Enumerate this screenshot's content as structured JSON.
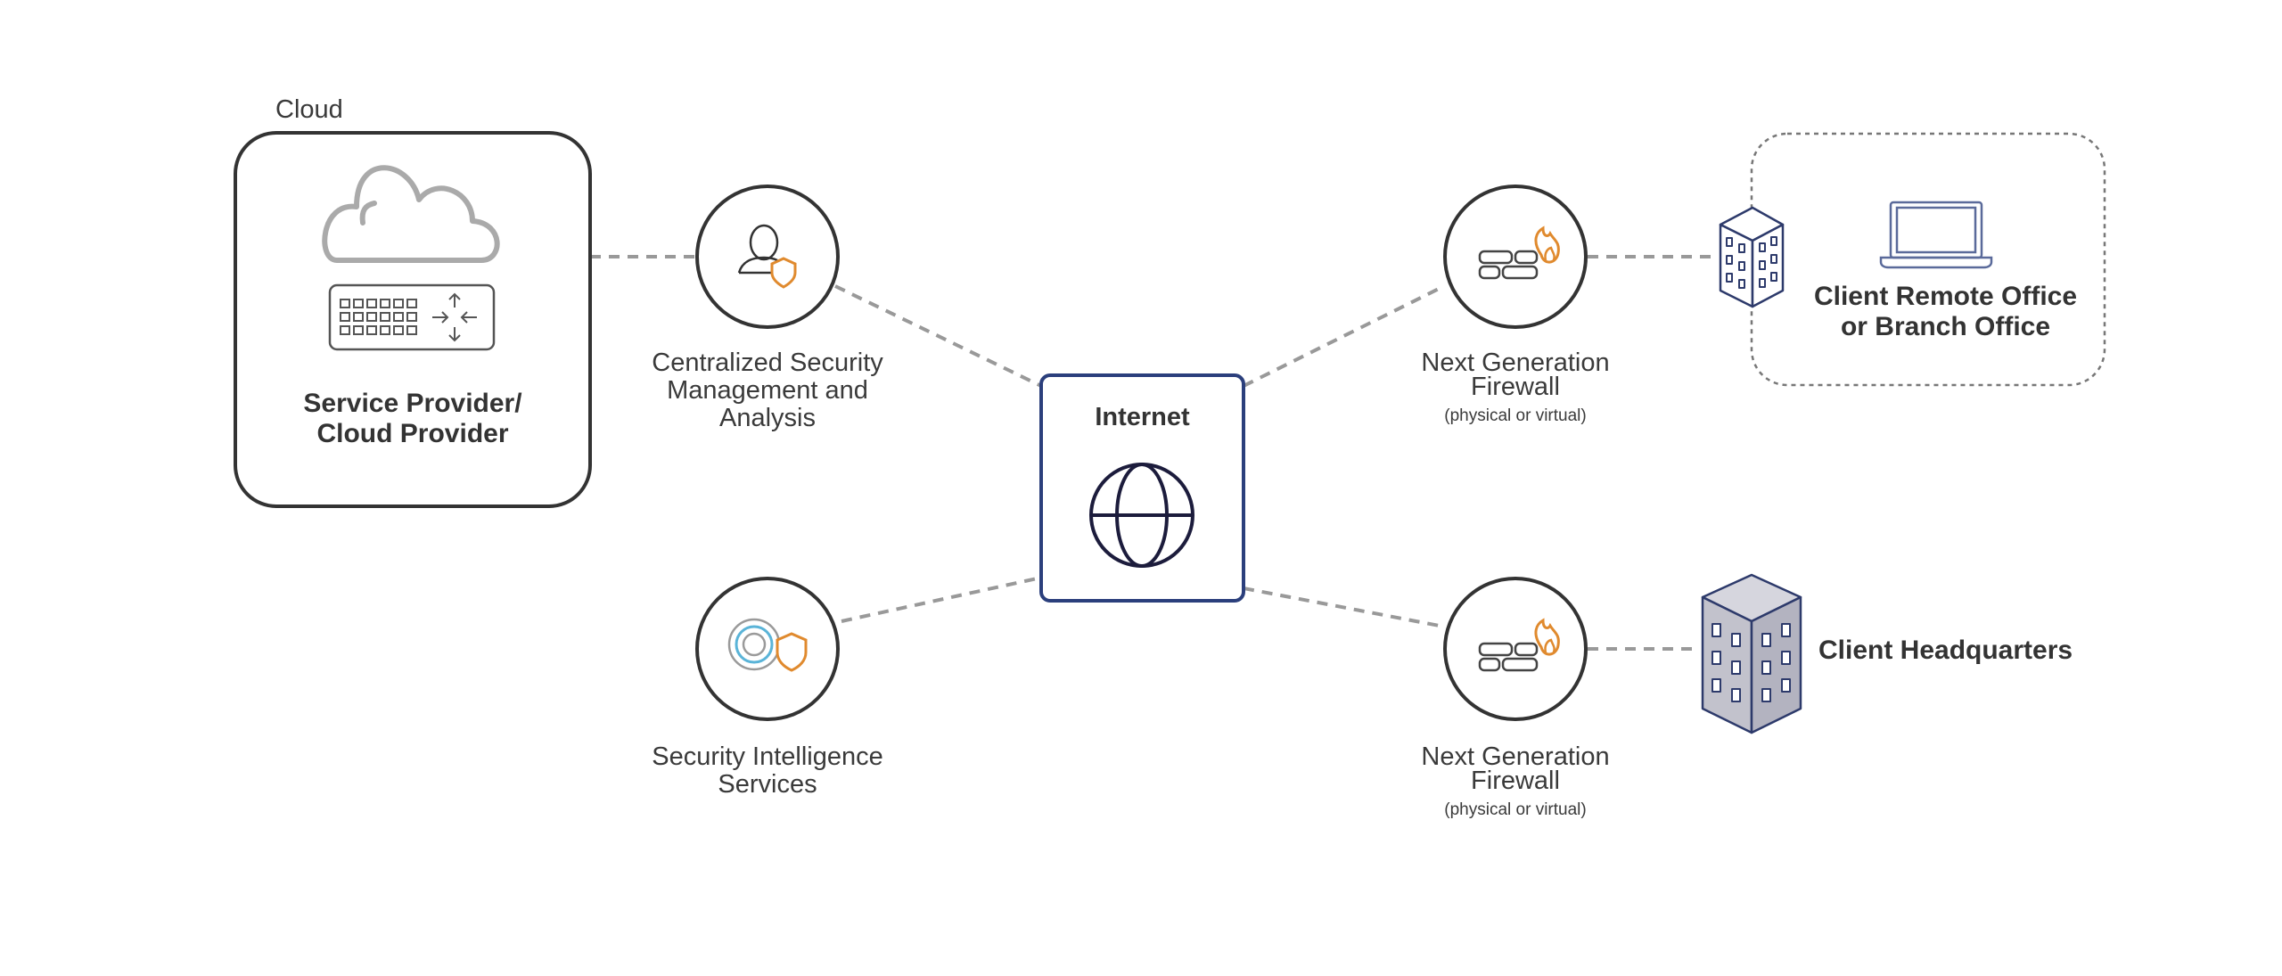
{
  "cloud": {
    "group_label": "Cloud",
    "provider_line1": "Service Provider/",
    "provider_line2": "Cloud Provider",
    "icons": [
      "cloud-icon",
      "server-appliance-icon"
    ]
  },
  "nodes": {
    "security_mgmt": {
      "line1": "Centralized Security",
      "line2": "Management and",
      "line3": "Analysis",
      "icon": "user-shield-icon"
    },
    "security_intel": {
      "line1": "Security Intelligence",
      "line2": "Services",
      "icon": "target-shield-icon"
    },
    "internet": {
      "label": "Internet",
      "icon": "globe-icon"
    },
    "ngfw_top": {
      "line1": "Next Generation",
      "line2": "Firewall",
      "note": "(physical or virtual)",
      "icon": "firewall-icon"
    },
    "ngfw_bottom": {
      "line1": "Next Generation",
      "line2": "Firewall",
      "note": "(physical or virtual)",
      "icon": "firewall-icon"
    },
    "remote_office": {
      "line1": "Client Remote Office",
      "line2": "or Branch Office",
      "icons": [
        "building-icon",
        "laptop-icon"
      ]
    },
    "headquarters": {
      "label": "Client Headquarters",
      "icon": "headquarters-building-icon"
    }
  },
  "colors": {
    "outline": "#333333",
    "connector": "#999999",
    "accent_orange": "#e08a2e",
    "internet_border": "#2b3f7c",
    "globe": "#1c1c3c",
    "building_fill": "#c2c2cc",
    "building_stroke": "#2d3a6b"
  }
}
